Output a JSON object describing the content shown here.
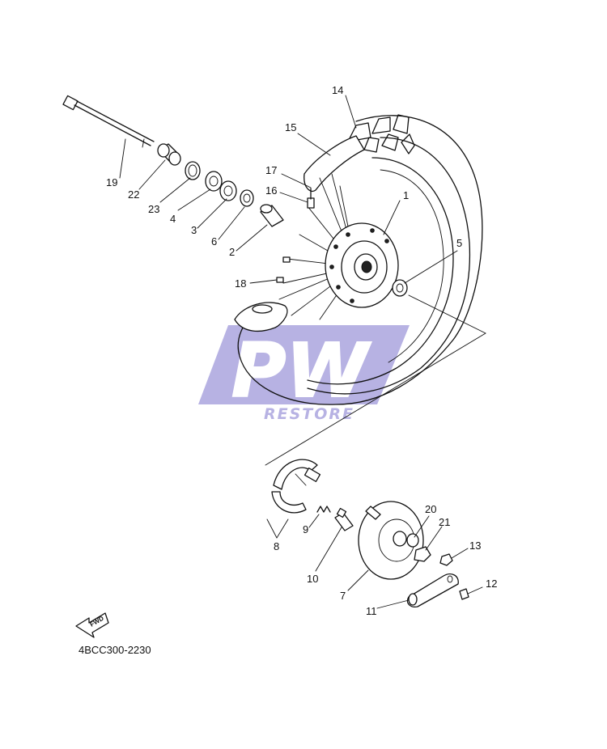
{
  "diagram": {
    "code": "4BCC300-2230",
    "fwd_label": "FWD",
    "watermark": {
      "mark": "PW",
      "subtitle": "RESTORE",
      "color": "#b7b2e3"
    },
    "labels": [
      "1",
      "2",
      "3",
      "4",
      "5",
      "6",
      "7",
      "8",
      "9",
      "10",
      "11",
      "12",
      "13",
      "14",
      "15",
      "16",
      "17",
      "18",
      "19",
      "20",
      "21",
      "22",
      "23"
    ]
  }
}
